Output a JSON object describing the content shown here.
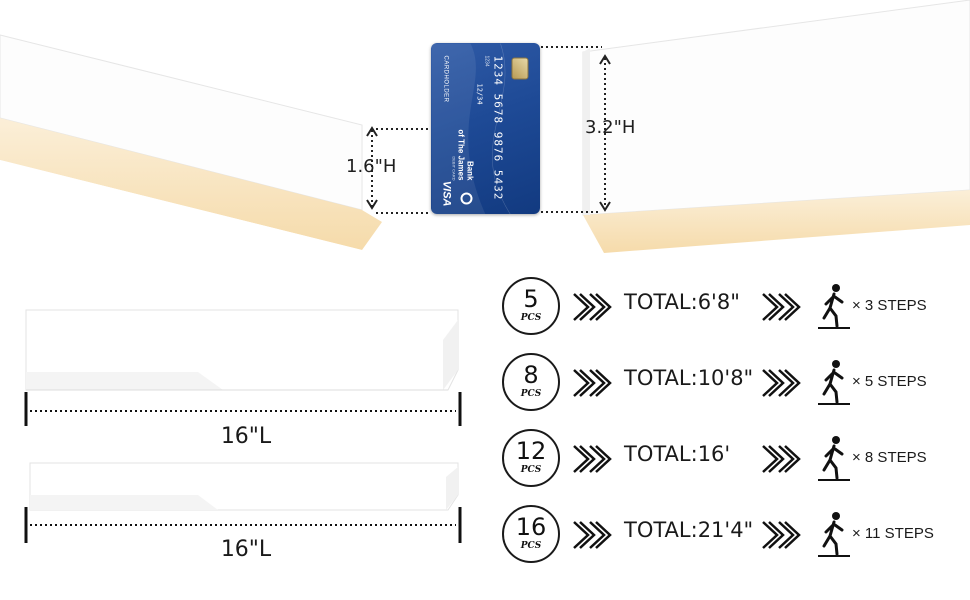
{
  "hero": {
    "left_height": "1.6\"H",
    "right_height": "3.2\"H",
    "card": {
      "number": "1234  5678  9876  5432",
      "small": "1234",
      "expiry": "12/34",
      "holder": "CARDHOLDER",
      "bank_line1": "Bank",
      "bank_line2": "of The James",
      "bank_sub": "DEBIT CARD",
      "brand": "VISA"
    }
  },
  "panels": [
    {
      "length_label": "16\"L"
    },
    {
      "length_label": "16\"L"
    }
  ],
  "packs": [
    {
      "count": "5",
      "unit": "PCS",
      "total": "TOTAL:6'8\"",
      "steps": "× 3 STEPS"
    },
    {
      "count": "8",
      "unit": "PCS",
      "total": "TOTAL:10'8\"",
      "steps": "× 5 STEPS"
    },
    {
      "count": "12",
      "unit": "PCS",
      "total": "TOTAL:16'",
      "steps": "× 8 STEPS"
    },
    {
      "count": "16",
      "unit": "PCS",
      "total": "TOTAL:21'4\"",
      "steps": "× 11 STEPS"
    }
  ],
  "colors": {
    "strip_white": "#ffffff",
    "strip_glow": "#f7ddb0",
    "card_blue": "#1e4a96",
    "ink": "#1a1a1a"
  },
  "icons": [
    "credit-card",
    "double-chevron-right",
    "walking-person"
  ]
}
